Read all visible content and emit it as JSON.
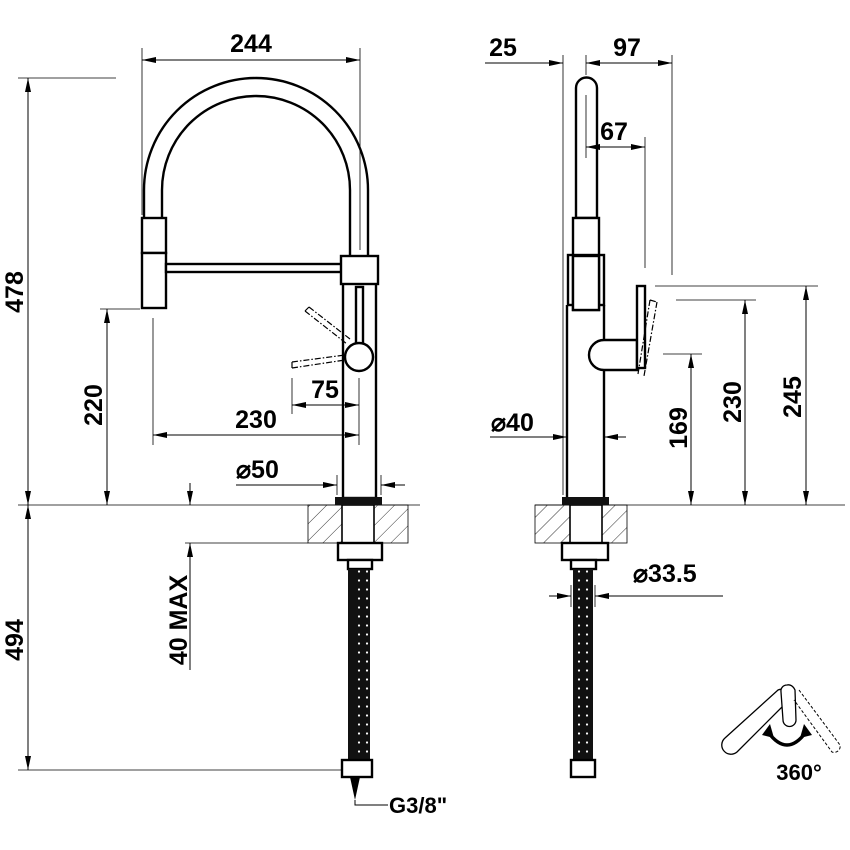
{
  "drawing": {
    "front_view": {
      "width_overall": "244",
      "height_overall": "478",
      "spout_height": "220",
      "spout_reach": "230",
      "lever_offset": "75",
      "base_diameter": "⌀50",
      "below_counter_length": "494",
      "counter_thickness": "40 MAX",
      "connection": "G3/8\""
    },
    "side_view": {
      "offset_back": "25",
      "offset_front": "97",
      "spout_offset": "67",
      "body_diameter": "⌀40",
      "lever_pivot_height": "169",
      "lever_height": "230",
      "lever_top_height": "245",
      "hole_diameter": "⌀33.5"
    },
    "rotation_icon": {
      "label": "360°"
    }
  }
}
